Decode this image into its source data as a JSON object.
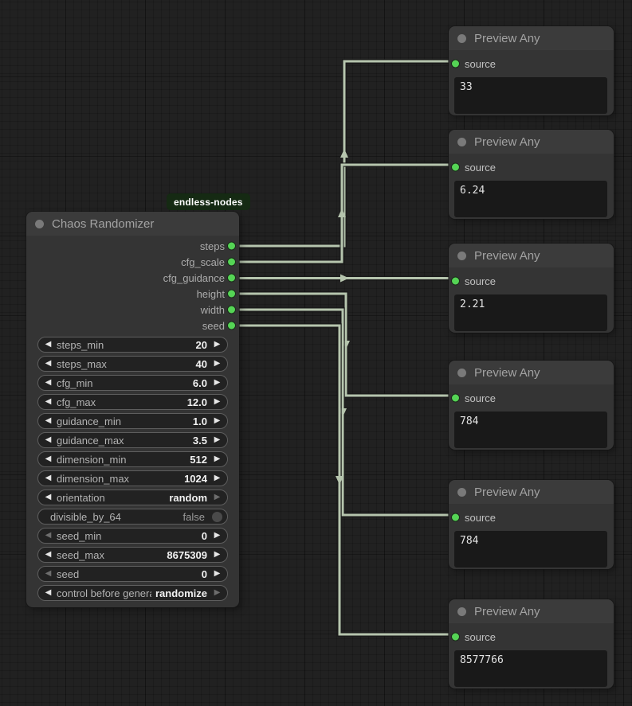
{
  "badge": {
    "label": "endless-nodes"
  },
  "nodes": {
    "randomizer": {
      "title": "Chaos Randomizer",
      "outputs": [
        "steps",
        "cfg_scale",
        "cfg_guidance",
        "height",
        "width",
        "seed"
      ],
      "widgets": [
        {
          "label": "steps_min",
          "value": "20",
          "type": "number",
          "dec_enabled": true,
          "inc_enabled": true
        },
        {
          "label": "steps_max",
          "value": "40",
          "type": "number",
          "dec_enabled": true,
          "inc_enabled": true
        },
        {
          "label": "cfg_min",
          "value": "6.0",
          "type": "number",
          "dec_enabled": true,
          "inc_enabled": true
        },
        {
          "label": "cfg_max",
          "value": "12.0",
          "type": "number",
          "dec_enabled": true,
          "inc_enabled": true
        },
        {
          "label": "guidance_min",
          "value": "1.0",
          "type": "number",
          "dec_enabled": true,
          "inc_enabled": true
        },
        {
          "label": "guidance_max",
          "value": "3.5",
          "type": "number",
          "dec_enabled": true,
          "inc_enabled": true
        },
        {
          "label": "dimension_min",
          "value": "512",
          "type": "number",
          "dec_enabled": true,
          "inc_enabled": true
        },
        {
          "label": "dimension_max",
          "value": "1024",
          "type": "number",
          "dec_enabled": true,
          "inc_enabled": true
        },
        {
          "label": "orientation",
          "value": "random",
          "type": "combo",
          "dec_enabled": true,
          "inc_enabled": false
        },
        {
          "label": "divisible_by_64",
          "value": "false",
          "type": "toggle"
        },
        {
          "label": "seed_min",
          "value": "0",
          "type": "number",
          "dec_enabled": false,
          "inc_enabled": true
        },
        {
          "label": "seed_max",
          "value": "8675309",
          "type": "number",
          "dec_enabled": true,
          "inc_enabled": true
        },
        {
          "label": "seed",
          "value": "0",
          "type": "number",
          "dec_enabled": false,
          "inc_enabled": true
        },
        {
          "label": "control before generate",
          "value": "randomize",
          "type": "combo",
          "dec_enabled": true,
          "inc_enabled": false
        }
      ]
    },
    "previews": [
      {
        "title": "Preview Any",
        "input": "source",
        "value": "33"
      },
      {
        "title": "Preview Any",
        "input": "source",
        "value": "6.24"
      },
      {
        "title": "Preview Any",
        "input": "source",
        "value": "2.21"
      },
      {
        "title": "Preview Any",
        "input": "source",
        "value": "784"
      },
      {
        "title": "Preview Any",
        "input": "source",
        "value": "784"
      },
      {
        "title": "Preview Any",
        "input": "source",
        "value": "8577766"
      }
    ]
  },
  "connections": [
    {
      "from": "steps",
      "to_preview": 1
    },
    {
      "from": "cfg_scale",
      "to_preview": 2
    },
    {
      "from": "cfg_guidance",
      "to_preview": 3
    },
    {
      "from": "height",
      "to_preview": 4
    },
    {
      "from": "width",
      "to_preview": 5
    },
    {
      "from": "seed",
      "to_preview": 6
    }
  ],
  "colors": {
    "port_green": "#55d455",
    "wire": "#b6c5ae",
    "badge_bg": "#152a13",
    "node_body": "#343434",
    "node_header": "#3b3b3b",
    "canvas_bg": "#212121"
  }
}
